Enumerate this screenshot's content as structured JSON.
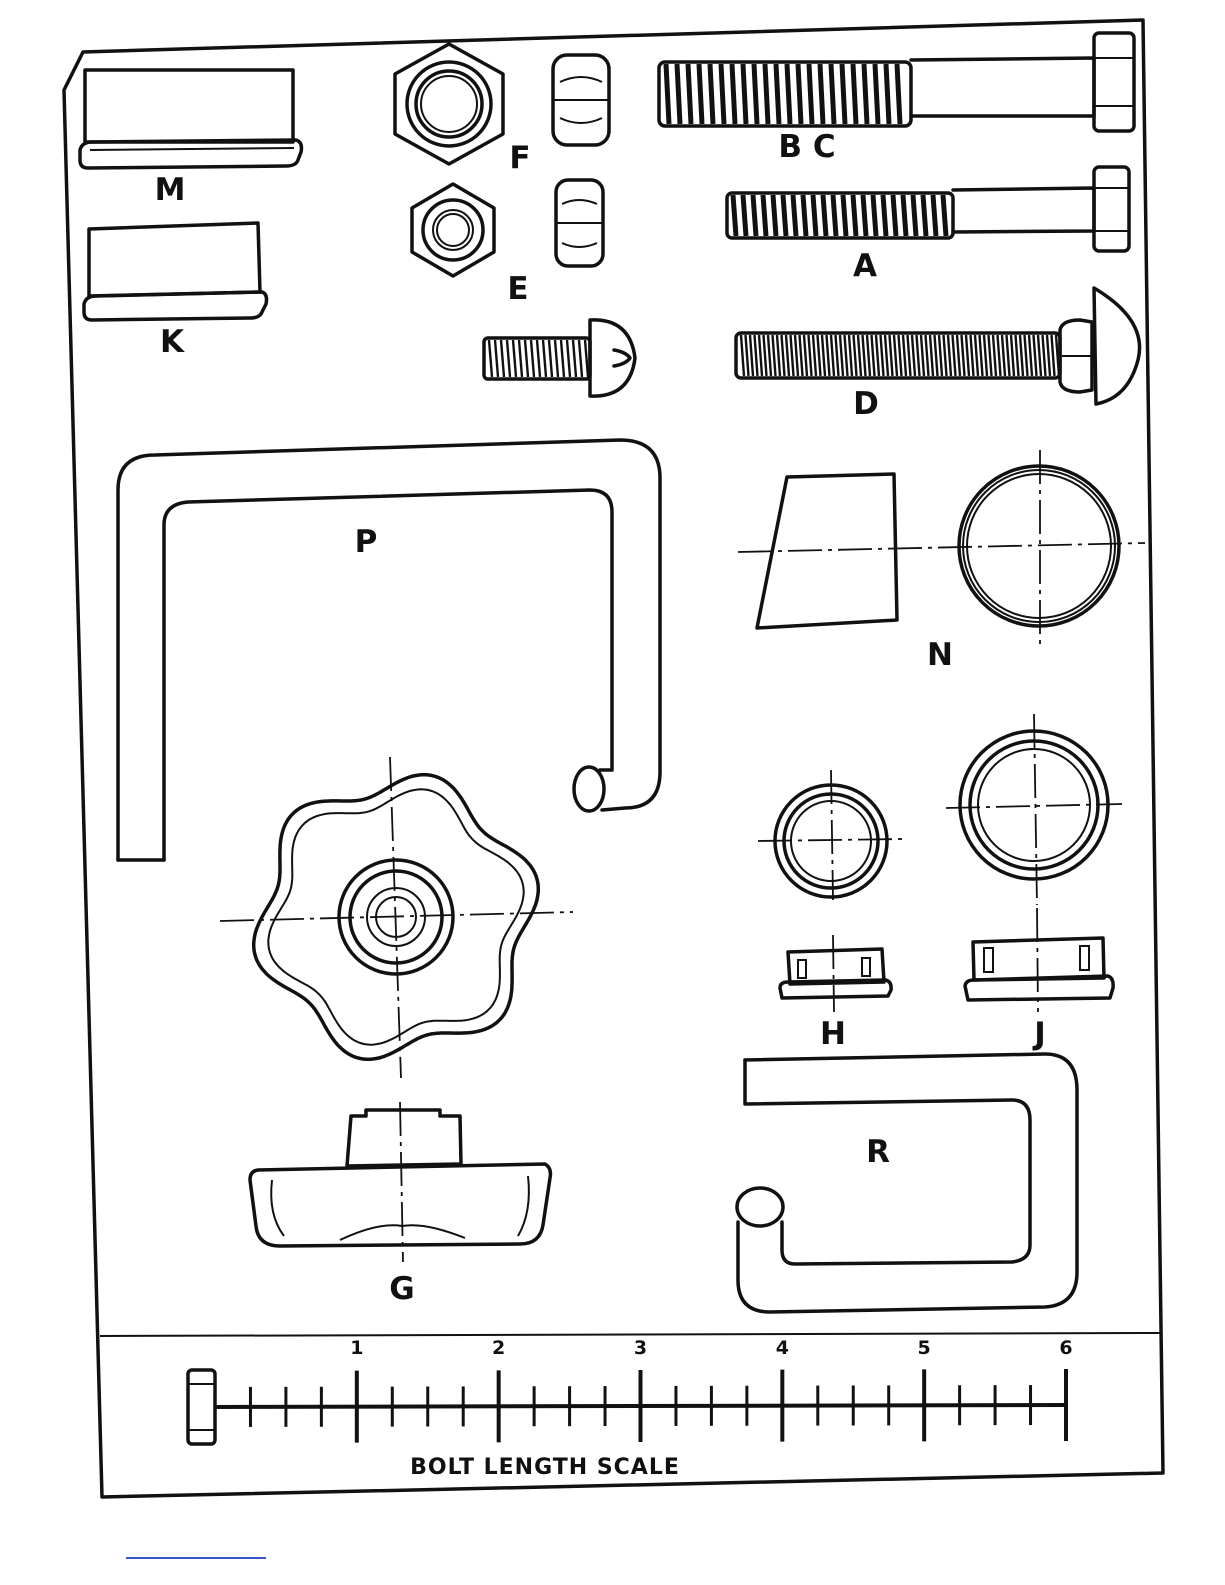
{
  "labels": {
    "M": "M",
    "K": "K",
    "F": "F",
    "E": "E",
    "BC": "B C",
    "A": "A",
    "D": "D",
    "P": "P",
    "N": "N",
    "G": "G",
    "H": "H",
    "J": "J",
    "R": "R"
  },
  "scale": {
    "title": "BOLT LENGTH SCALE",
    "numbers": [
      "1",
      "2",
      "3",
      "4",
      "5",
      "6"
    ]
  }
}
